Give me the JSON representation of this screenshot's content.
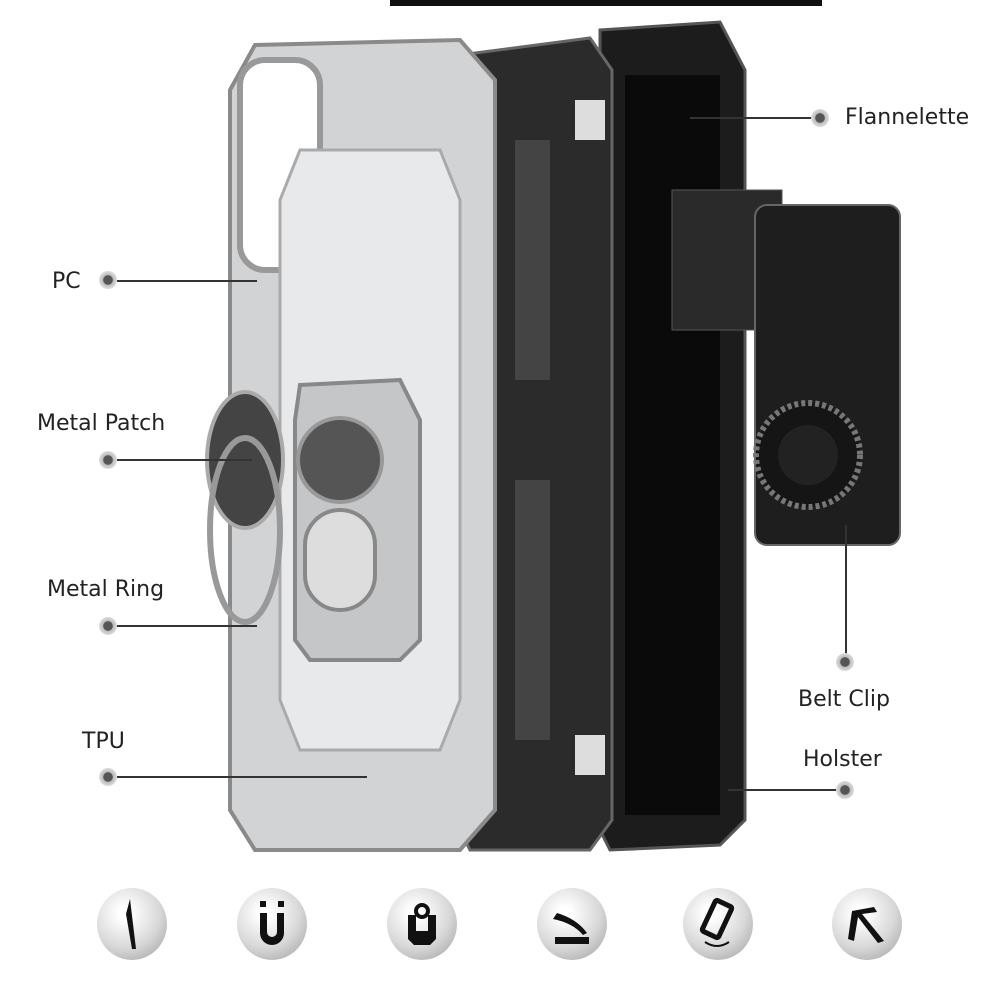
{
  "labels": {
    "flannelette": "Flannelette",
    "pc": "PC",
    "metal_patch": "Metal Patch",
    "metal_ring": "Metal Ring",
    "tpu": "TPU",
    "belt_clip": "Belt Clip",
    "holster": "Holster"
  },
  "feature_icons": [
    "slim-profile-icon",
    "magnet-icon",
    "ring-holder-icon",
    "kickstand-icon",
    "rotate-phone-icon",
    "stand-angle-icon"
  ],
  "colors": {
    "silver": "#cfd0d2",
    "black": "#1a1a1a",
    "line": "#333333"
  }
}
